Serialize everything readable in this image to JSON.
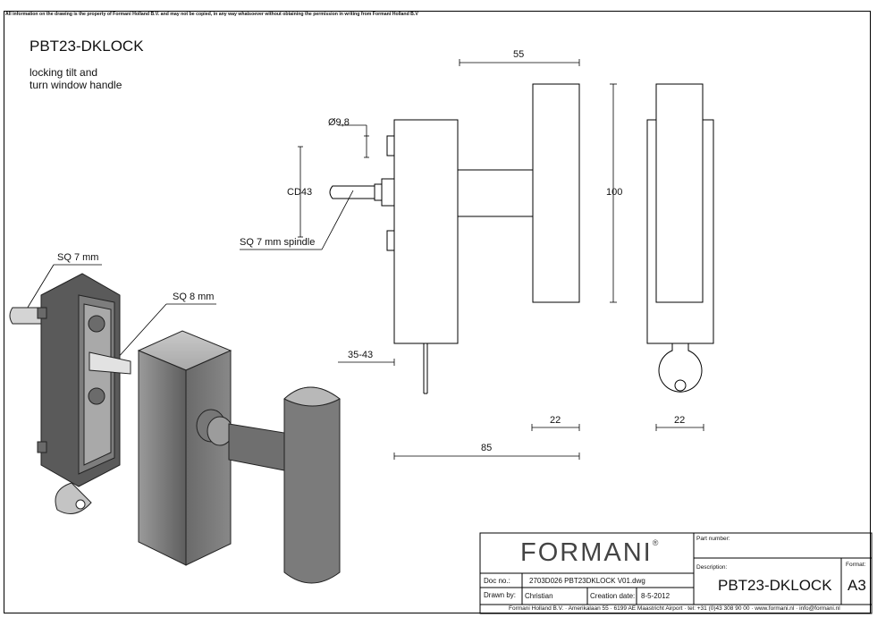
{
  "notice": "All information on the drawing is the property of Formani Holland B.V. and may not be copied, in any way whatsoever without obtaining the permission in writing from Formani Holland B.V",
  "product_title": "PBT23-DKLOCK",
  "subtitle_line1": "locking tilt and",
  "subtitle_line2": "turn window handle",
  "dimensions": {
    "d55": "55",
    "d9_8": "Ø9,8",
    "cd43": "CD43",
    "d100": "100",
    "spindle": "SQ 7 mm spindle",
    "d35_43": "35-43",
    "d22a": "22",
    "d22b": "22",
    "d85": "85",
    "sq7": "SQ 7 mm",
    "sq8": "SQ 8 mm"
  },
  "title_block": {
    "brand": "FORMANI",
    "registered": "®",
    "part_number_label": "Part number:",
    "description_label": "Description:",
    "format_label": "Format:",
    "doc_no_label": "Doc no.:",
    "doc_no_value": "2703D026 PBT23DKLOCK V01.dwg",
    "drawn_by_label": "Drawn by:",
    "drawn_by_value": "Christian",
    "creation_date_label": "Creation date:",
    "creation_date_value": "8-5-2012",
    "description_value": "PBT23-DKLOCK",
    "format_value": "A3",
    "footer": "Formani Holland B.V. · Amerikalaan 55 · 6199 AE Maastricht Airport · tel: +31 (0)43 308 90 00 · www.formani.nl · info@formani.nl"
  }
}
